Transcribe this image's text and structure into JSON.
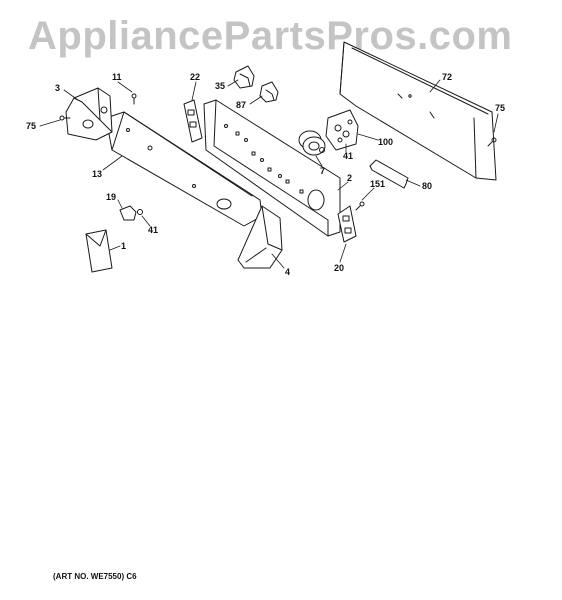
{
  "watermark": "AppliancePartsPros.com",
  "art_number": "(ART NO. WE7550) C6",
  "callouts": {
    "c1": "1",
    "c2": "2",
    "c3": "3",
    "c4": "4",
    "c7": "7",
    "c11": "11",
    "c13": "13",
    "c19": "19",
    "c20": "20",
    "c22": "22",
    "c35": "35",
    "c41a": "41",
    "c41b": "41",
    "c72": "72",
    "c75a": "75",
    "c75b": "75",
    "c80": "80",
    "c87": "87",
    "c100": "100",
    "c151": "151"
  },
  "colors": {
    "line": "#1a1a1a",
    "watermark": "#c4c4c4"
  }
}
